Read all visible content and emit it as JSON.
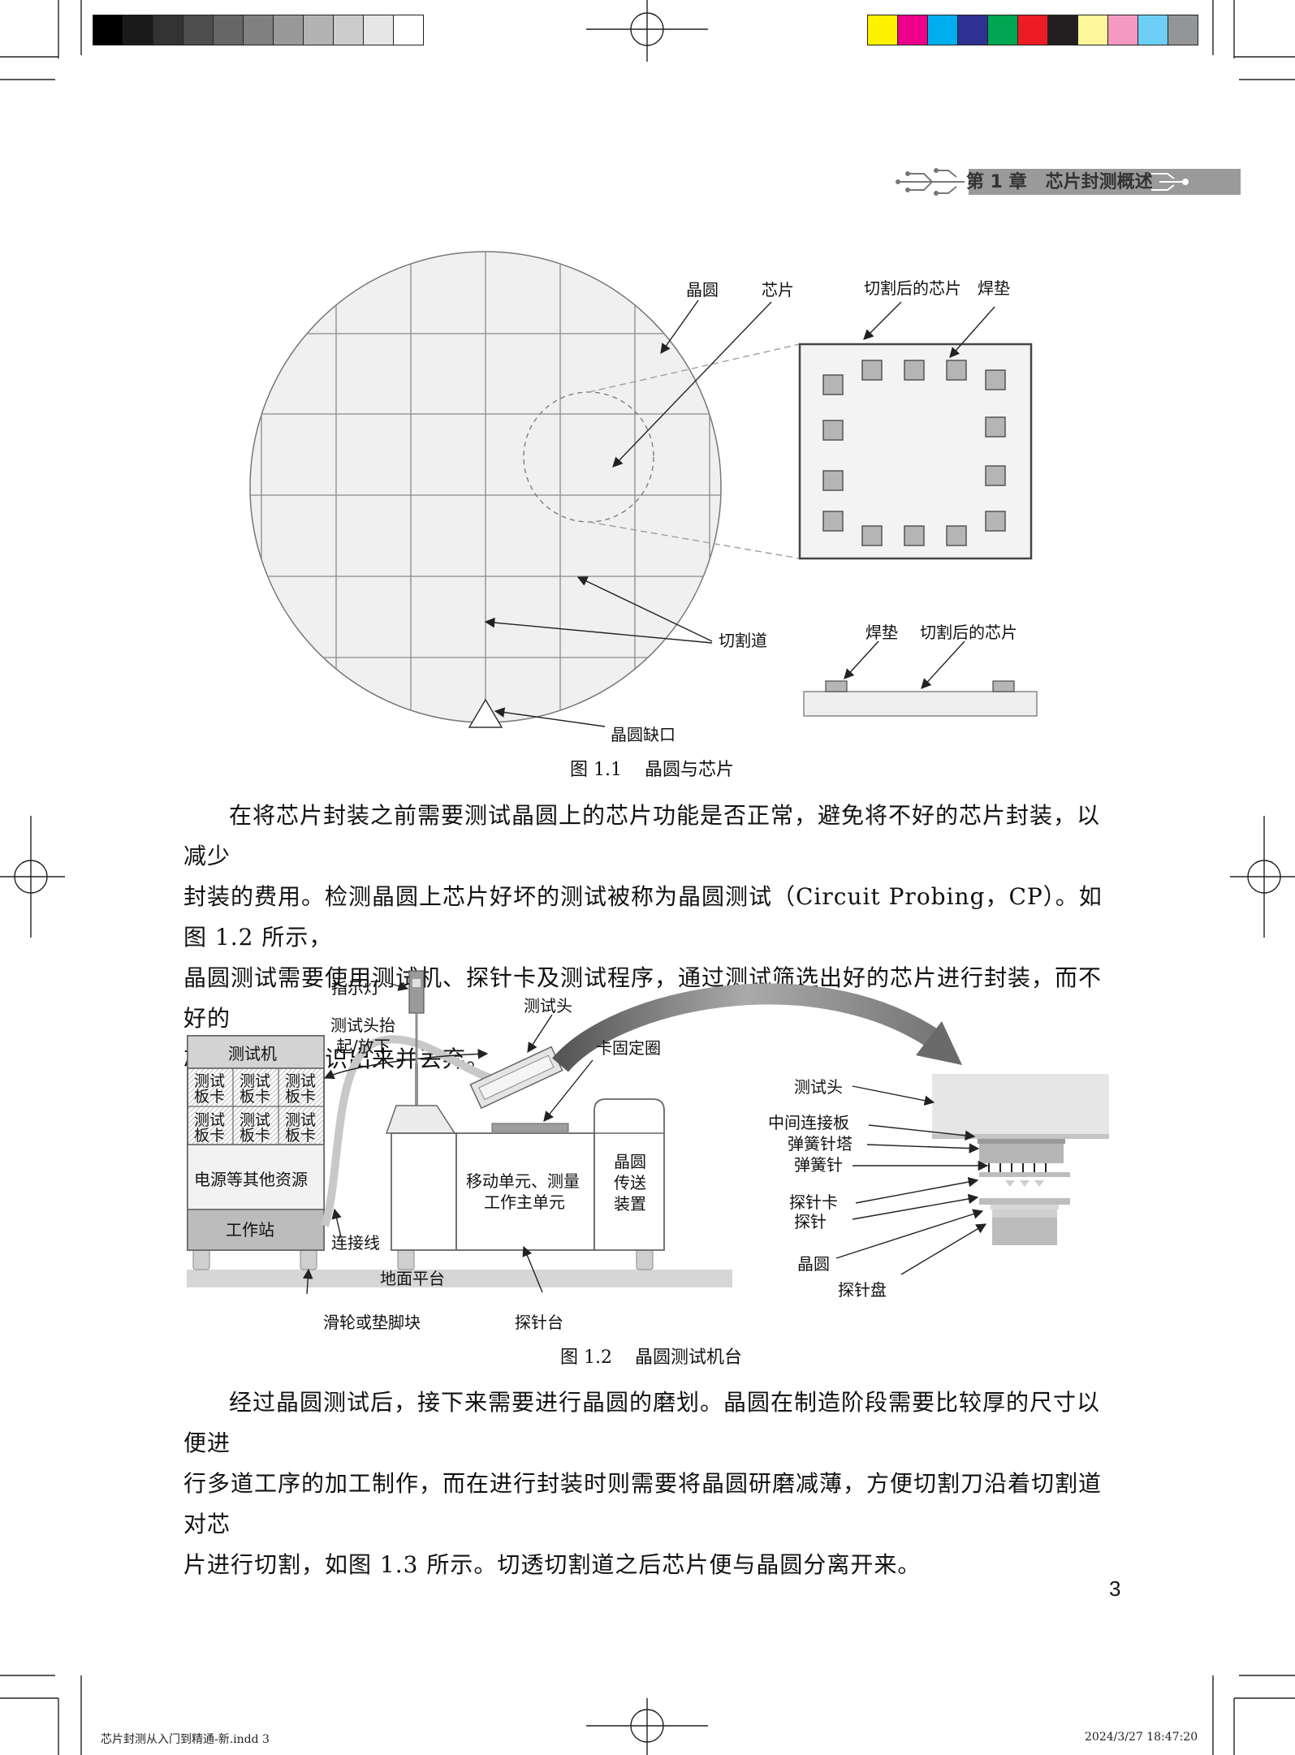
{
  "header": {
    "chapter_label": "第 1 章   芯片封测概述"
  },
  "color_bars": {
    "gray": [
      "#000000",
      "#1a1a1a",
      "#333333",
      "#4d4d4d",
      "#666666",
      "#808080",
      "#999999",
      "#b3b3b3",
      "#cccccc",
      "#e6e6e6",
      "#ffffff"
    ],
    "color": [
      "#fff200",
      "#ec008c",
      "#00aeef",
      "#2e3192",
      "#00a651",
      "#ed1c24",
      "#231f20",
      "#fff799",
      "#f49ac1",
      "#6dcff6",
      "#939598"
    ]
  },
  "figure1": {
    "labels": {
      "wafer": "晶圆",
      "chip": "芯片",
      "diced_chip": "切割后的芯片",
      "pad": "焊垫",
      "scribe_line": "切割道",
      "notch": "晶圆缺口",
      "pad2": "焊垫",
      "diced_chip2": "切割后的芯片"
    },
    "caption": "图 1.1    晶圆与芯片"
  },
  "paragraph1": {
    "lines": [
      "在将芯片封装之前需要测试晶圆上的芯片功能是否正常，避免将不好的芯片封装，以减少",
      "封装的费用。检测晶圆上芯片好坏的测试被称为晶圆测试（Circuit Probing，CP）。如图 1.2 所示，",
      "晶圆测试需要使用测试机、探针卡及测试程序，通过测试筛选出好的芯片进行封装，而不好的",
      "芯片则会被标识出来并丢弃。"
    ]
  },
  "figure2": {
    "labels": {
      "indicator": "指示灯",
      "test_head": "测试头",
      "lift1": "测试头抬",
      "lift2": "起/放下",
      "card_ring": "卡固定圈",
      "tester": "测试机",
      "board1": "测试",
      "board2": "板卡",
      "power": "电源等其他资源",
      "workstation": "工作站",
      "cable": "连接线",
      "move1": "移动单元、测量",
      "move2": "工作主单元",
      "wafer_t1": "晶圆",
      "wafer_t2": "传送",
      "wafer_t3": "装置",
      "ground": "地面平台",
      "wheels": "滑轮或垫脚块",
      "prober": "探针台",
      "r_test_head": "测试头",
      "r_interface": "中间连接板",
      "r_pogo_tower": "弹簧针塔",
      "r_pogo_pin": "弹簧针",
      "r_probe_card": "探针卡",
      "r_probe": "探针",
      "r_wafer": "晶圆",
      "r_chuck": "探针盘"
    },
    "caption": "图 1.2    晶圆测试机台"
  },
  "paragraph2": {
    "lines": [
      "经过晶圆测试后，接下来需要进行晶圆的磨划。晶圆在制造阶段需要比较厚的尺寸以便进",
      "行多道工序的加工制作，而在进行封装时则需要将晶圆研磨减薄，方便切割刀沿着切割道对芯",
      "片进行切割，如图 1.3 所示。切透切割道之后芯片便与晶圆分离开来。"
    ]
  },
  "page_number": "3",
  "footer": {
    "file_slug": "芯片封测从入门到精通-新.indd   3",
    "timestamp": "2024/3/27   18:47:20"
  }
}
